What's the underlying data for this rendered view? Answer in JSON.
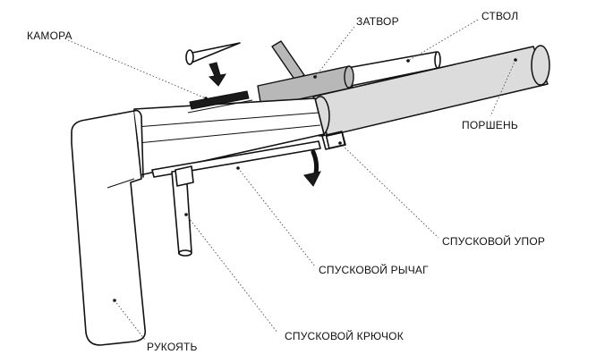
{
  "labels": {
    "chamber": "КАМОРА",
    "bolt": "ЗАТВОР",
    "barrel": "СТВОЛ",
    "piston": "ПОРШЕНЬ",
    "trigger_stop": "СПУСКОВОЙ УПОР",
    "trigger_lever": "СПУСКОВОЙ РЫЧАГ",
    "trigger": "СПУСКОВОЙ КРЮЧОК",
    "grip": "РУКОЯТЬ"
  },
  "colors": {
    "line": "#111111",
    "part_fill": "#ffffff",
    "bolt_fill": "#b8b8b8",
    "piston_fill": "#dcdcdc",
    "leader": "#555555",
    "text": "#111111"
  }
}
